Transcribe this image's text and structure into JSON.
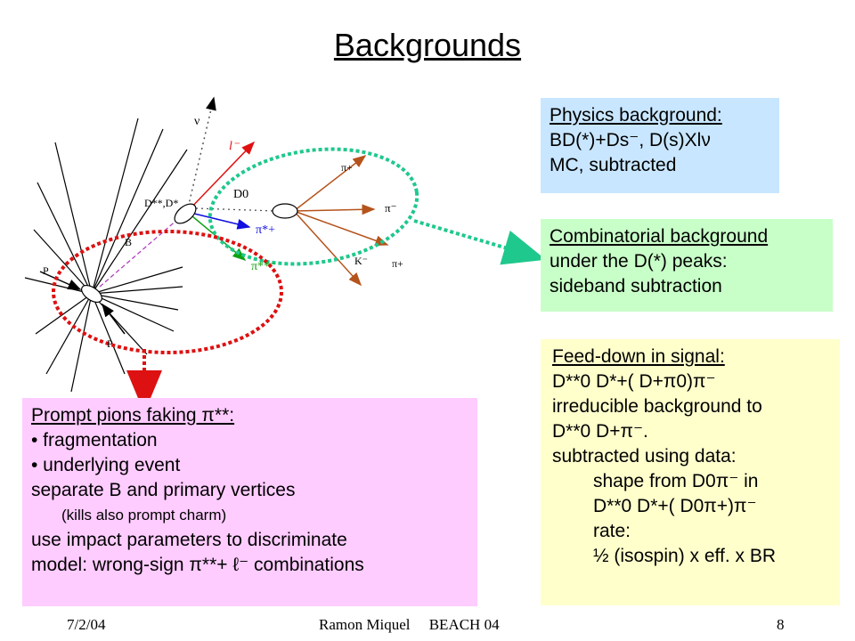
{
  "slide": {
    "title": "Backgrounds",
    "footer_date": "7/2/04",
    "footer_author": "Ramon Miquel     BEACH 04",
    "page_number": "8"
  },
  "diagram_labels": {
    "nu": "ν",
    "lepton": "l⁻",
    "d_parent": "D**,D*",
    "b": "B",
    "d0": "D0",
    "pi_star": "π*+",
    "pi_ss": "π**⁻",
    "pi_plus_top": "π+",
    "pi_minus": "π⁻",
    "k_minus": "K⁻",
    "pi_plus_low": "π+",
    "p_top": "P",
    "p_bot": "P"
  },
  "physics_box": {
    "heading": "Physics background:",
    "line1": "BD(*)+Ds⁻, D(s)Xlν",
    "line2": "MC, subtracted"
  },
  "combinatorial_box": {
    "heading": "Combinatorial background",
    "line1": "under the D(*) peaks:",
    "line2": "sideband subtraction"
  },
  "feeddown_box": {
    "heading": "Feed-down in signal:",
    "line1": "D**0 D*+( D+π0)π⁻",
    "line2": "irreducible background to",
    "line3": "D**0 D+π⁻.",
    "line4": "subtracted using data:",
    "line5": "shape from D0π⁻ in",
    "line6": "D**0 D*+( D0π+)π⁻",
    "line7": "rate:",
    "line8": "½ (isospin) x eff. x BR"
  },
  "prompt_box": {
    "heading": "Prompt pions faking π**:",
    "item1": "• fragmentation",
    "item2": "• underlying event",
    "item3": "separate B and primary vertices",
    "item3_note": "(kills also prompt charm)",
    "item4": "use impact parameters to discriminate",
    "item5": "model: wrong-sign π**+ ℓ⁻ combinations"
  },
  "colors": {
    "physics_bg": "#c8e6ff",
    "combi_bg": "#c8ffc8",
    "feed_bg": "#ffffcc",
    "prompt_bg": "#ffccff",
    "highlight_red": "#ff0000",
    "green_dotted": "#1fc88c",
    "red_dotted": "#dd1111"
  }
}
